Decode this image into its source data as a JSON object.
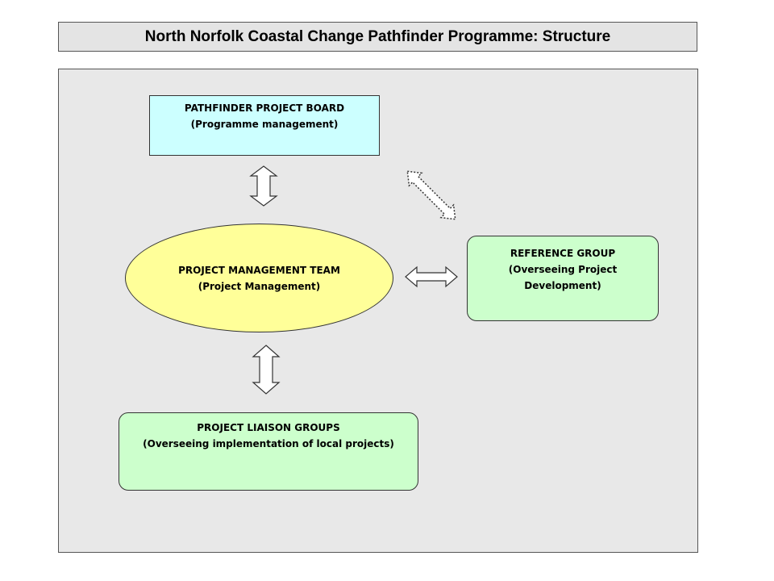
{
  "title": "North Norfolk Coastal Change Pathfinder Programme: Structure",
  "nodes": {
    "board": {
      "line1": "PATHFINDER PROJECT BOARD",
      "line2": "(Programme management)"
    },
    "pmt": {
      "line1": "PROJECT MANAGEMENT TEAM",
      "line2": "(Project Management)"
    },
    "reference": {
      "line1": "REFERENCE GROUP",
      "line2": "(Overseeing Project Development)"
    },
    "liaison": {
      "line1": "PROJECT LIAISON GROUPS",
      "line2": "(Overseeing implementation of local projects)"
    }
  },
  "colors": {
    "board_fill": "#ccffff",
    "pmt_fill": "#ffff99",
    "group_fill": "#ccffcc",
    "panel_fill": "#e8e8e8"
  }
}
